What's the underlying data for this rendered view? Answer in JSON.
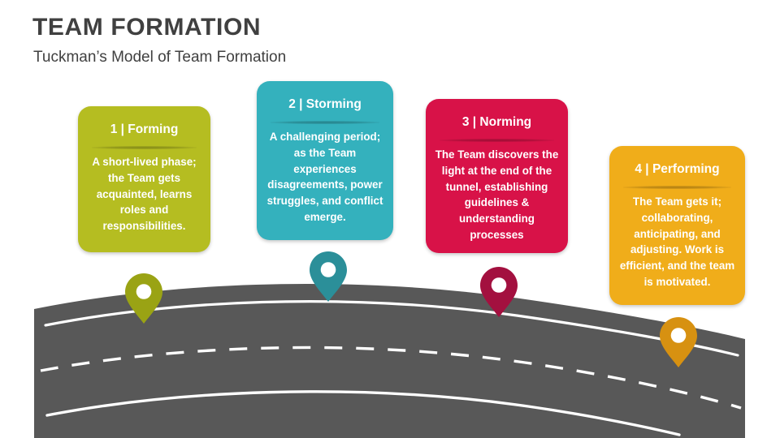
{
  "header": {
    "title": "TEAM FORMATION",
    "subtitle": "Tuckman’s Model of Team Formation",
    "title_color": "#404040"
  },
  "stages": [
    {
      "id": "forming",
      "title": "1 | Forming",
      "body": "A short-lived phase; the Team gets acquainted, learns roles and responsibilities.",
      "card_color": "#b5bd21",
      "pin_color": "#9aa314",
      "pin_name": "map-pin-forming"
    },
    {
      "id": "storming",
      "title": "2 | Storming",
      "body": "A challenging period; as the Team experiences disagreements, power struggles, and conflict emerge.",
      "card_color": "#34b1bd",
      "pin_color": "#2b8f99",
      "pin_name": "map-pin-storming"
    },
    {
      "id": "norming",
      "title": "3 | Norming",
      "body": "The Team discovers the light at the end of the tunnel, establishing guidelines & understanding processes",
      "card_color": "#d81248",
      "pin_color": "#a3103f",
      "pin_name": "map-pin-norming"
    },
    {
      "id": "performing",
      "title": "4 | Performing",
      "body": "The Team gets it; collaborating, anticipating, and adjusting. Work is efficient, and the team is motivated.",
      "card_color": "#f0ad1a",
      "pin_color": "#d79111",
      "pin_name": "map-pin-performing"
    }
  ],
  "road": {
    "surface_color": "#585858",
    "line_color": "#ffffff"
  }
}
